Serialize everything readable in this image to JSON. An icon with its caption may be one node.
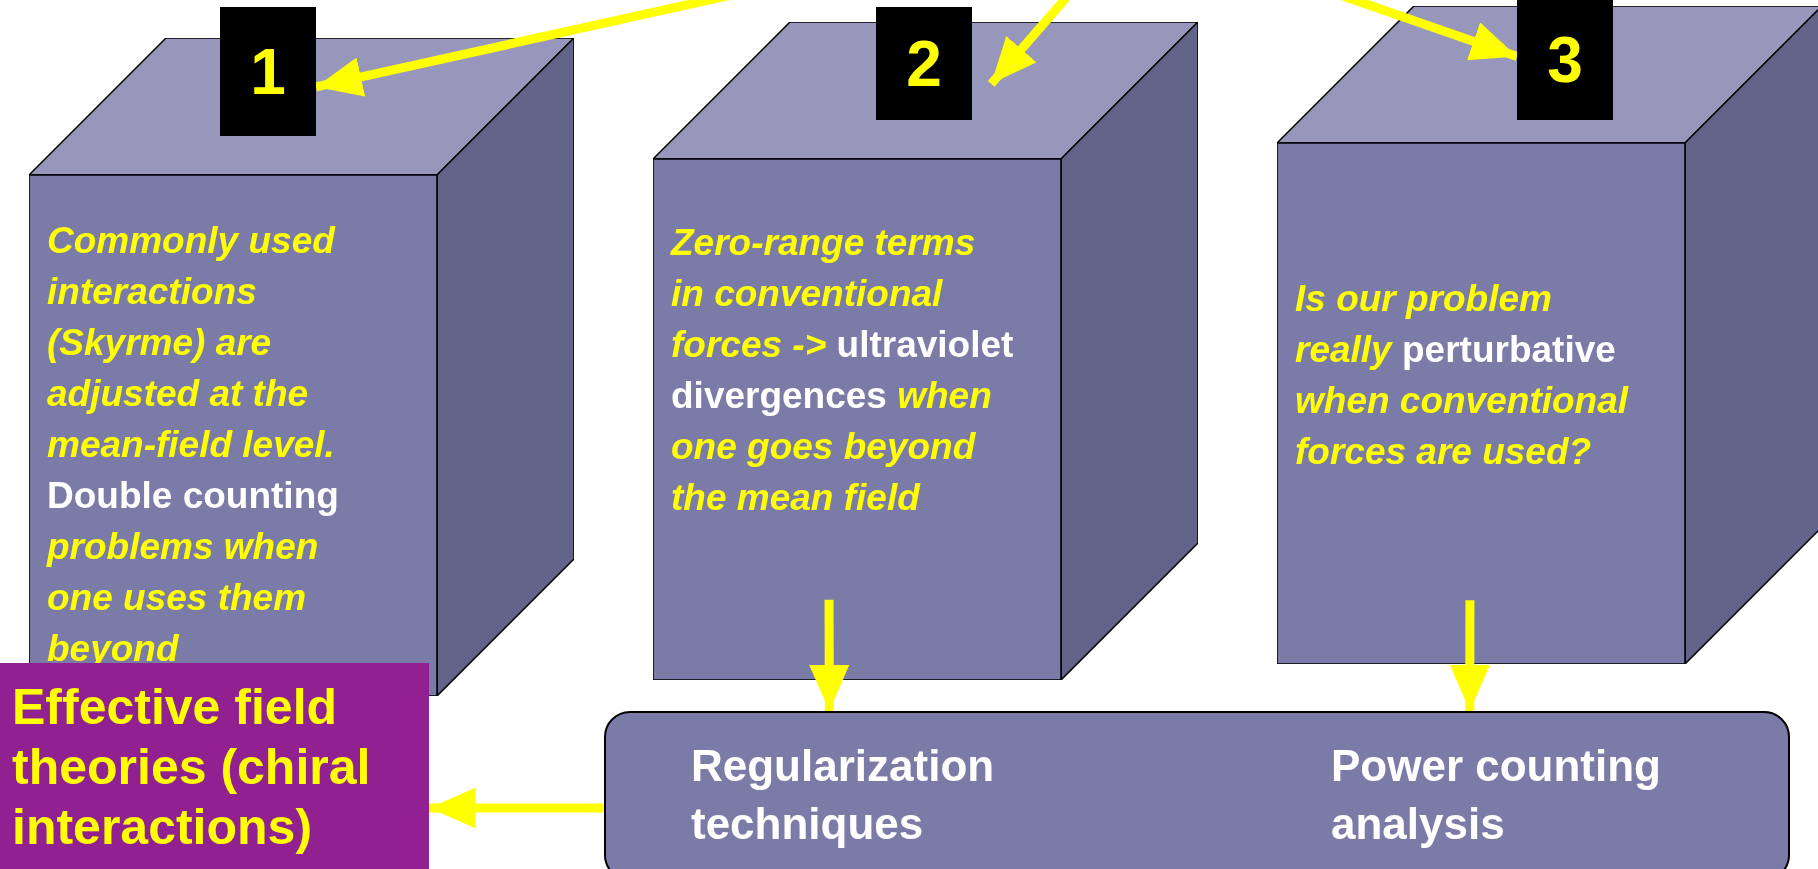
{
  "diagram": {
    "nodes": [
      {
        "text": [
          "1"
        ]
      },
      {
        "text": [
          "*Commonly used interactions (Skyrme) are adjusted at the mean-field level.* Double counting *problems when one uses them beyond*"
        ]
      },
      {
        "text": [
          "2"
        ]
      },
      {
        "text": [
          "*Zero-range terms in conventional forces ->* ultraviolet divergences *when one goes beyond the mean field*"
        ]
      },
      {
        "text": [
          "3"
        ]
      },
      {
        "text": [
          "*Is our problem really* perturbative *when conventional forces are used?*"
        ]
      },
      {
        "text": [
          "Regularization techniques",
          "Power counting analysis"
        ]
      },
      {
        "text": [
          "Effective field theories (chiral interactions)"
        ]
      }
    ],
    "edges": [
      {
        "from": null,
        "to": 0,
        "arrow": "to"
      },
      {
        "from": null,
        "to": 2,
        "arrow": "to"
      },
      {
        "from": null,
        "to": 4,
        "arrow": "to"
      },
      {
        "from": 3,
        "to": 6,
        "arrow": "to"
      },
      {
        "from": 5,
        "to": 6,
        "arrow": "to"
      },
      {
        "from": 6,
        "to": 7,
        "arrow": "to"
      }
    ]
  }
}
